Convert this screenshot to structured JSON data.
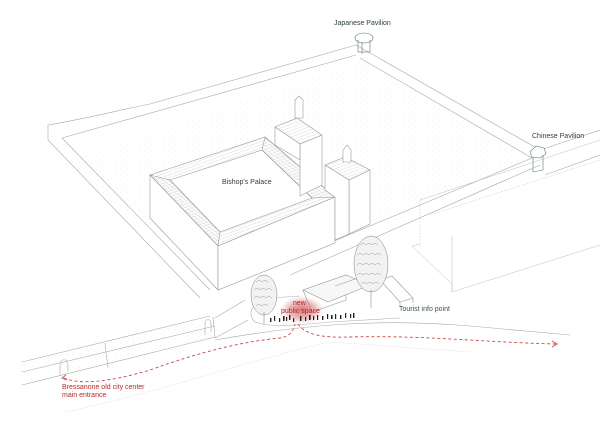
{
  "diagram": {
    "type": "axonometric site plan",
    "colors": {
      "line": "#9a9a9a",
      "line_light": "#c4c4c4",
      "hatch": "#bdbdbd",
      "pavilion": "#5b7a78",
      "text_dark": "#2f3f3c",
      "accent_red": "#b8282a",
      "highlight_red": "#c9474b",
      "people": "#222222"
    },
    "labels": {
      "japanese_pavilion": "Japanese Pavilion",
      "chinese_pavilion": "Chinese Pavilion",
      "bishops_palace": "Bishop's Palace",
      "new_public_space_line1": "new",
      "new_public_space_line2": "public space",
      "tourist_info_point": "Tourist info point",
      "entrance_line1": "Bressanone old city center",
      "entrance_line2": "main entrance"
    },
    "elements": [
      "garden-wall-enclosure",
      "bishops-palace-building",
      "tower-left",
      "tower-right",
      "japanese-pavilion",
      "chinese-pavilion",
      "tree-left",
      "tree-right",
      "tourist-info-building",
      "people-crowd",
      "walking-route-dashed",
      "city-wall-with-gates"
    ]
  }
}
